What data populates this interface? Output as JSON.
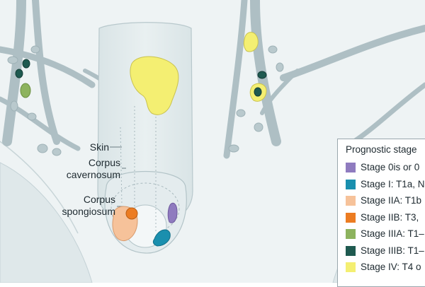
{
  "labels": {
    "skin": "Skin",
    "corpus_cavernosum_1": "Corpus",
    "corpus_cavernosum_2": "cavernosum",
    "corpus_spongiosum_1": "Corpus",
    "corpus_spongiosum_2": "spongiosum"
  },
  "legend": {
    "title": "Prognostic stage",
    "items": [
      {
        "label": "Stage 0is or 0",
        "color": "#8f7bbf"
      },
      {
        "label": "Stage I: T1a, N",
        "color": "#1a8fae"
      },
      {
        "label": "Stage IIA: T1b",
        "color": "#f6c29a"
      },
      {
        "label": "Stage IIB: T3,",
        "color": "#ec7c22"
      },
      {
        "label": "Stage IIIA: T1–",
        "color": "#8db35e"
      },
      {
        "label": "Stage IIIB: T1–",
        "color": "#1f5a50"
      },
      {
        "label": "Stage IV: T4 o",
        "color": "#f4ef72"
      }
    ]
  }
}
